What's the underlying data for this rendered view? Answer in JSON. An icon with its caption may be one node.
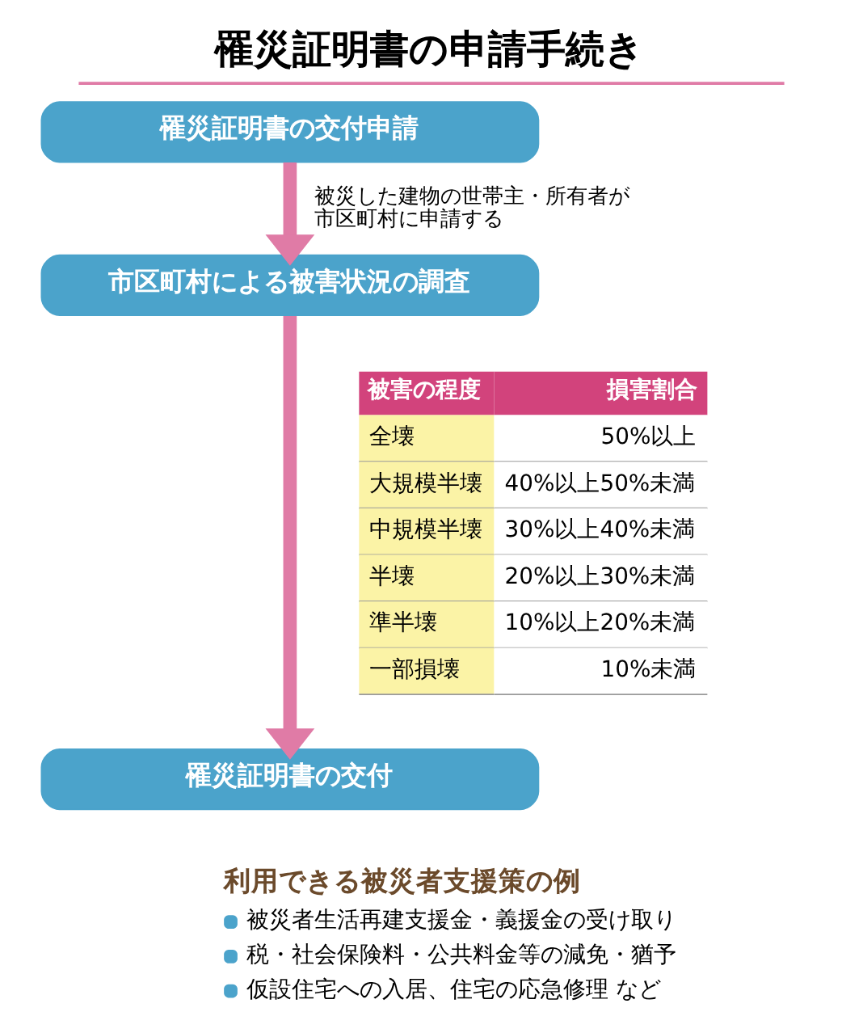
{
  "diagram": {
    "title": "罹災証明書の申請手続き",
    "nodes": [
      {
        "text": [
          "罹災証明書の交付申請"
        ]
      },
      {
        "text": [
          "市区町村による被害状況の調査"
        ]
      },
      {
        "text": [
          "罹災証明書の交付"
        ]
      }
    ],
    "edges": [
      {
        "from": 0,
        "to": 1,
        "arrow": "to",
        "label": "被災した建物の世帯主・所有者が市区町村に申請する"
      },
      {
        "from": 1,
        "to": 2,
        "arrow": "to"
      }
    ],
    "labels": [
      "被害の程度",
      "損害割合",
      "全壊",
      "50%以上",
      "大規模半壊",
      "40%以上50%未満",
      "中規模半壊",
      "30%以上40%未満",
      "半壊",
      "20%以上30%未満",
      "準半壊",
      "10%以上20%未満",
      "一部損壊",
      "10%未満",
      "利用できる被災者支援策の例",
      "被災者生活再建支援金・義援金の受け取り",
      "税・社会保険料・公共料金等の減免・猶予",
      "仮設住宅への入居、住宅の応急修理 など"
    ]
  }
}
